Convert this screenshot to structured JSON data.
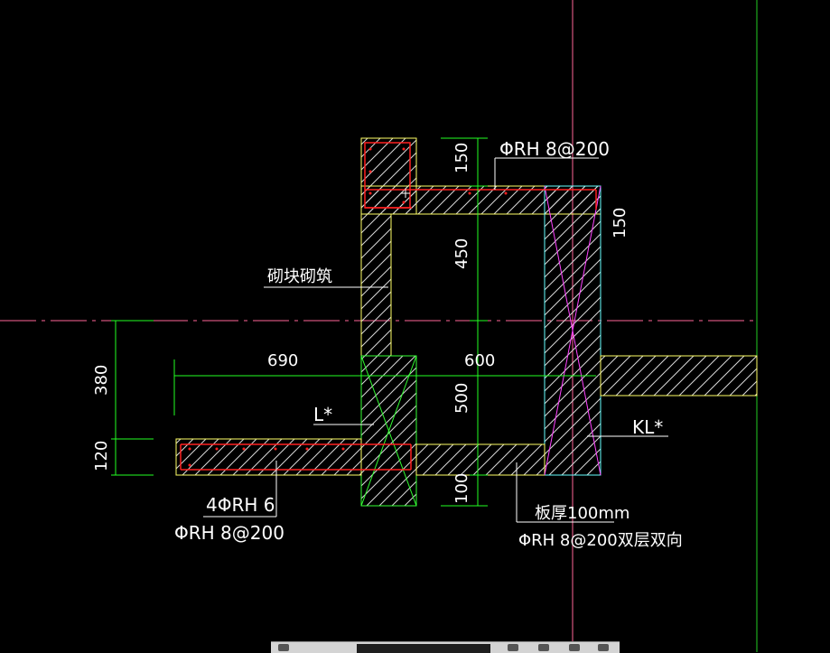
{
  "labels": {
    "rebar_top": "ΦRH 8@200",
    "masonry": "砌块砌筑",
    "lintel": "L*",
    "beam": "KL*",
    "rebar_long": "4ΦRH 6",
    "rebar_bottom": "ΦRH 8@200",
    "slab_thickness": "板厚100mm",
    "slab_rebar": "ΦRH 8@200双层双向"
  },
  "dimensions": {
    "d150_top": "150",
    "d150_right": "150",
    "d450": "450",
    "d500": "500",
    "d100": "100",
    "d690": "690",
    "d600": "600",
    "d380": "380",
    "d120": "120"
  },
  "colors": {
    "background": "#000000",
    "outline": "#ffff66",
    "hatch": "#ffffff",
    "rebar": "#ff2020",
    "dimension": "#00ff00",
    "centerline": "#ff66aa",
    "cross": "#ff44ff",
    "column_outline": "#66ffff"
  }
}
